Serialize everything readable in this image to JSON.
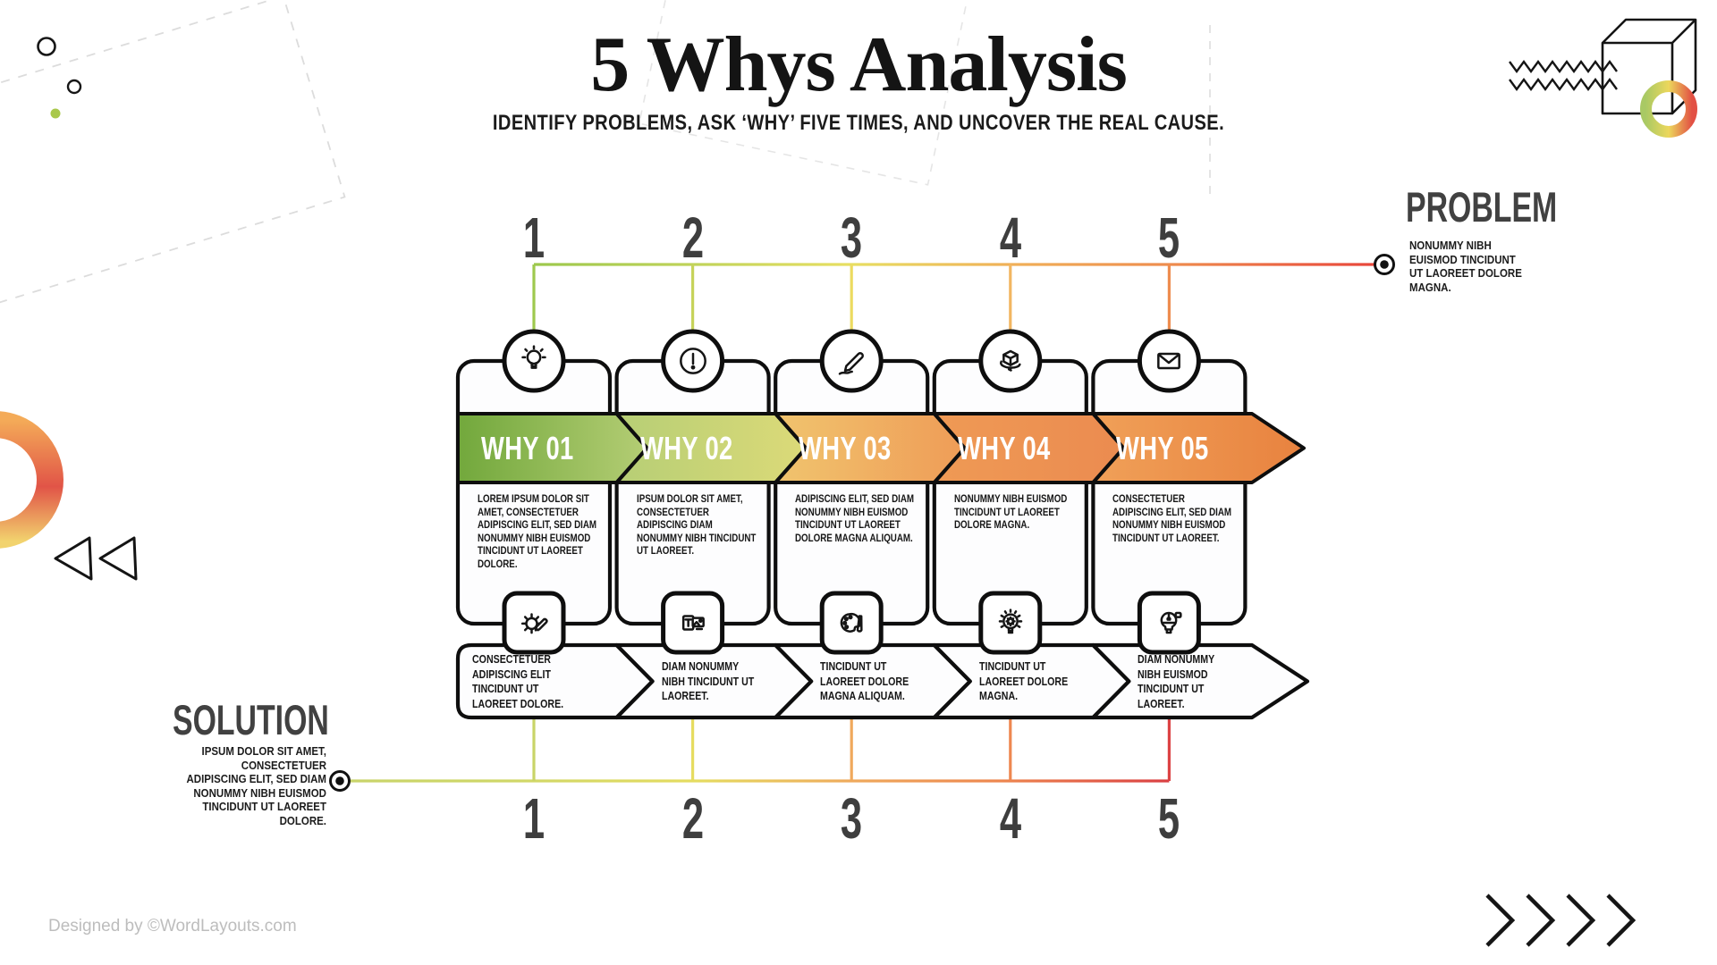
{
  "title": "5 Whys Analysis",
  "subtitle": "IDENTIFY PROBLEMS, ASK ‘WHY’ FIVE TIMES, AND UNCOVER THE REAL CAUSE.",
  "problem": {
    "heading": "PROBLEM",
    "text": "NONUMMY NIBH EUISMOD TINCIDUNT UT LAOREET DOLORE MAGNA."
  },
  "solution": {
    "heading": "SOLUTION",
    "text": "IPSUM DOLOR SIT AMET, CONSECTETUER ADIPISCING ELIT, SED DIAM NONUMMY NIBH EUISMOD TINCIDUNT UT LAOREET DOLORE."
  },
  "footer": "Designed by ©WordLayouts.com",
  "steps": [
    {
      "number": "1",
      "label": "WHY 01",
      "top_icon": "lightbulb-icon",
      "bottom_icon": "gear-pencil-icon",
      "description": "LOREM IPSUM DOLOR SIT AMET, CONSECTETUER ADIPISCING ELIT, SED DIAM NONUMMY NIBH EUISMOD TINCIDUNT UT LAOREET DOLORE.",
      "action": "CONSECTETUER ADIPISCING ELIT TINCIDUNT UT LAOREET DOLORE.",
      "banner_gradient": [
        "#72a83c",
        "#b4cd74"
      ],
      "top_line_color": "#9ec94e",
      "bottom_line_color": "#c9d468"
    },
    {
      "number": "2",
      "label": "WHY 02",
      "top_icon": "alert-circle-icon",
      "bottom_icon": "text-image-icon",
      "description": "IPSUM DOLOR SIT AMET, CONSECTETUER ADIPISCING DIAM NONUMMY NIBH TINCIDUNT UT LAOREET.",
      "action": "DIAM NONUMMY NIBH TINCIDUNT UT LAOREET.",
      "banner_gradient": [
        "#b6ce75",
        "#dcda78"
      ],
      "top_line_color": "#c6d35a",
      "bottom_line_color": "#e6dc60"
    },
    {
      "number": "3",
      "label": "WHY 03",
      "top_icon": "pencil-icon",
      "bottom_icon": "palette-brush-icon",
      "description": "ADIPISCING ELIT, SED DIAM NONUMMY NIBH EUISMOD TINCIDUNT UT LAOREET DOLORE MAGNA ALIQUAM.",
      "action": "TINCIDUNT UT LAOREET DOLORE MAGNA ALIQUAM.",
      "banner_gradient": [
        "#f0c46e",
        "#ef9c57"
      ],
      "top_line_color": "#ecdb60",
      "bottom_line_color": "#f0a95c"
    },
    {
      "number": "4",
      "label": "WHY 04",
      "top_icon": "cube-3d-icon",
      "bottom_icon": "bulb-gear-icon",
      "description": "NONUMMY NIBH EUISMOD TINCIDUNT UT LAOREET DOLORE MAGNA.",
      "action": "TINCIDUNT UT LAOREET DOLORE MAGNA.",
      "banner_gradient": [
        "#ef9a55",
        "#eb8b50"
      ],
      "top_line_color": "#f2b661",
      "bottom_line_color": "#ee8750"
    },
    {
      "number": "5",
      "label": "WHY 05",
      "top_icon": "envelope-icon",
      "bottom_icon": "puzzle-bulb-icon",
      "description": "CONSECTETUER ADIPISCING ELIT, SED DIAM NONUMMY NIBH EUISMOD TINCIDUNT UT LAOREET.",
      "action": "DIAM NONUMMY NIBH EUISMOD TINCIDUNT UT LAOREET.",
      "banner_gradient": [
        "#f0a058",
        "#e8823f"
      ],
      "top_line_color": "#ee8c4e",
      "bottom_line_color": "#dc4243"
    }
  ],
  "colors": {
    "ink": "#141414",
    "heading_gray": "#3f3f3f",
    "body_black": "#1a1a1a",
    "footer_gray": "#bdbdbd",
    "card_fill": "#fdfdfe",
    "top_gradient": [
      "#9cc84c",
      "#c0d35a",
      "#e7df62",
      "#f0b058",
      "#ee8c4e",
      "#e8433a"
    ],
    "bottom_gradient": [
      "#c8d469",
      "#cfd768",
      "#e5dc60",
      "#efa95c",
      "#ed854e",
      "#da3f42"
    ],
    "ring_gradient": [
      "#f4ab58",
      "#e15447",
      "#f2d36e"
    ],
    "donut_gradient": [
      "#a9c964",
      "#ecd75c",
      "#e25044"
    ],
    "green_dot": "#a9c84b"
  }
}
